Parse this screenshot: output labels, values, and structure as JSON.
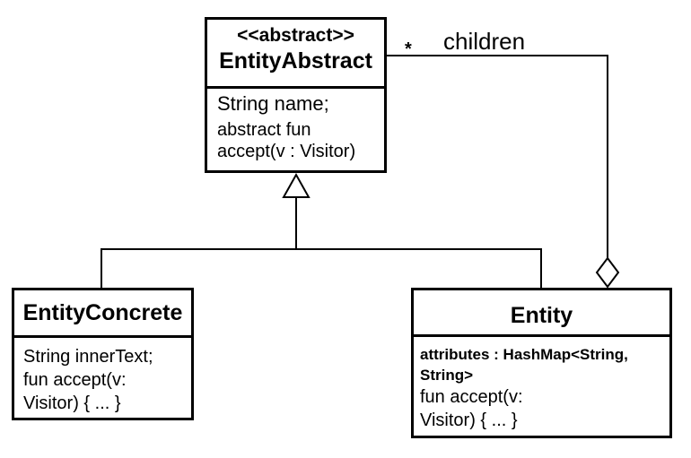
{
  "abstract_class": {
    "stereotype": "<<abstract>>",
    "name": "EntityAbstract",
    "attribute": "String name;",
    "method_line1": "abstract fun",
    "method_line2": "accept(v : Visitor)"
  },
  "concrete_class": {
    "name": "EntityConcrete",
    "attribute": "String innerText;",
    "method_line1": "fun accept(v:",
    "method_line2": "Visitor) { ... }"
  },
  "entity_class": {
    "name": "Entity",
    "attribute_line1": "attributes : HashMap<String,",
    "attribute_line2": "String>",
    "method_line1": "fun accept(v:",
    "method_line2": "Visitor) { ... }"
  },
  "association": {
    "multiplicity": "*",
    "role": "children"
  }
}
